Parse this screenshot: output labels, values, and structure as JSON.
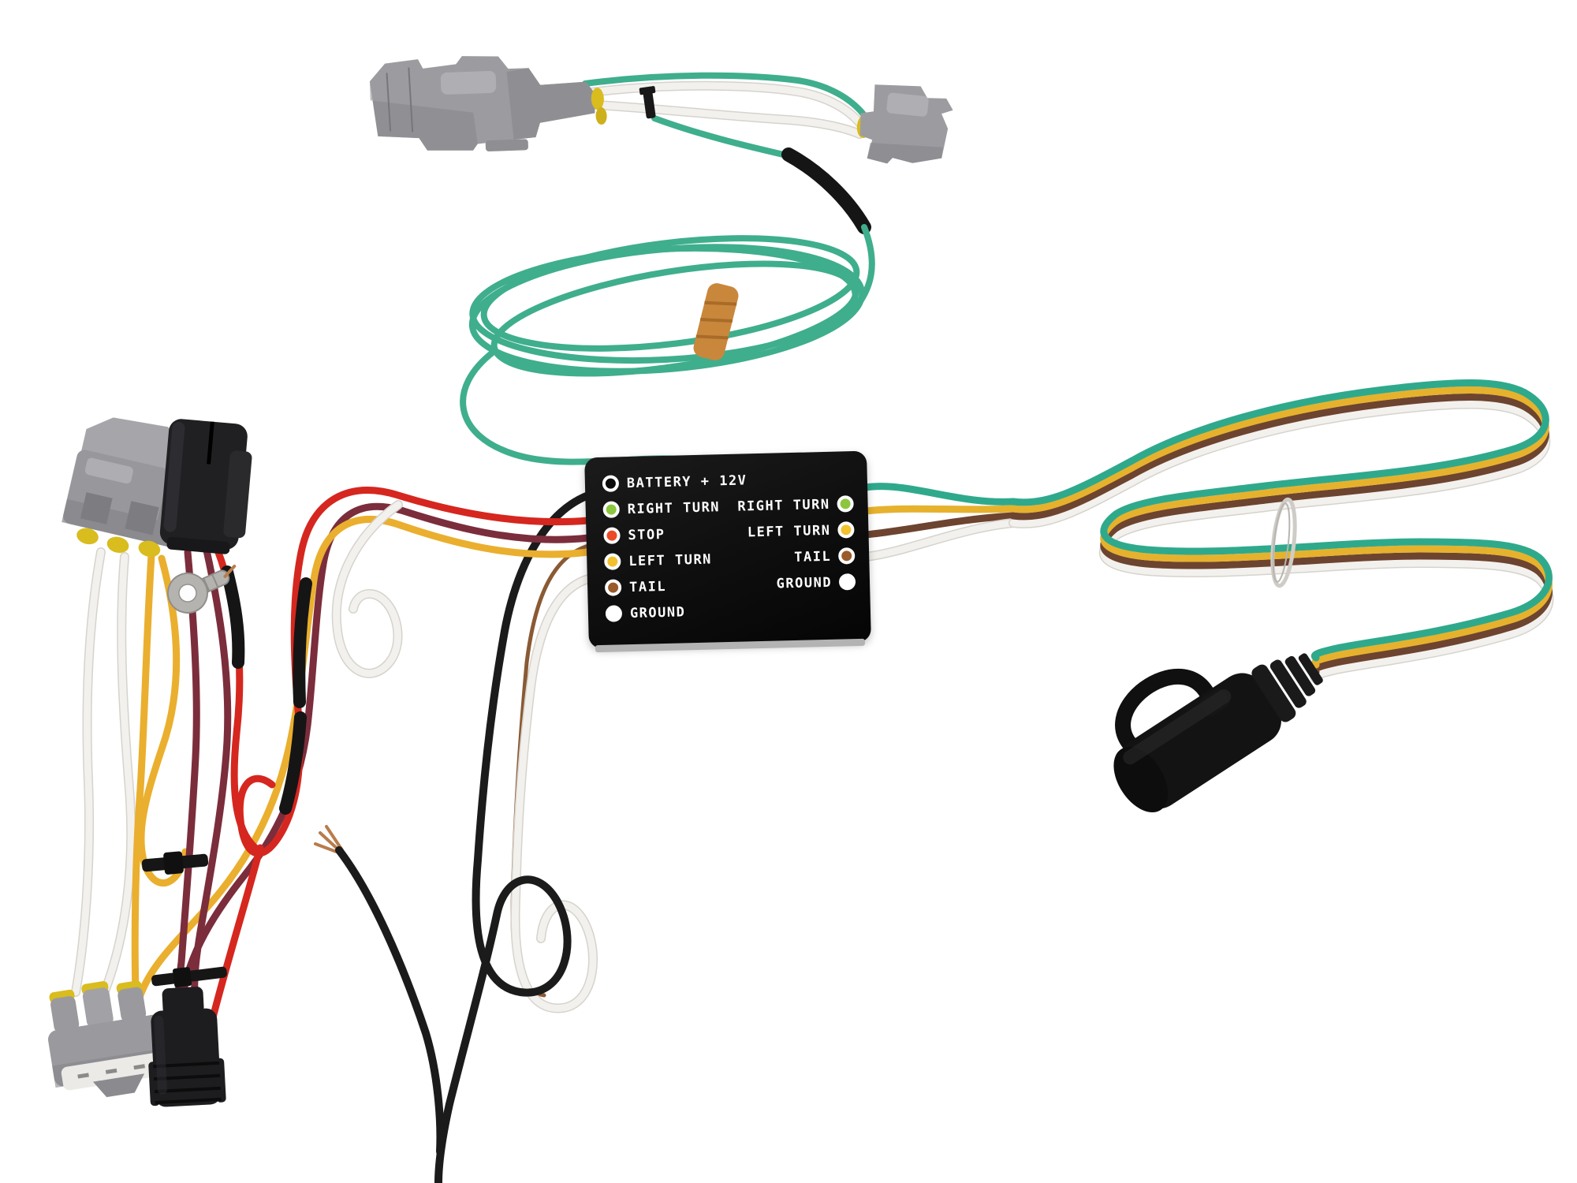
{
  "module": {
    "left_indicators": [
      {
        "label": "BATTERY + 12V",
        "color": "open"
      },
      {
        "label": "RIGHT TURN",
        "color": "green"
      },
      {
        "label": "STOP",
        "color": "red"
      },
      {
        "label": "LEFT TURN",
        "color": "yellow"
      },
      {
        "label": "TAIL",
        "color": "brown"
      },
      {
        "label": "GROUND",
        "color": "white"
      }
    ],
    "right_indicators": [
      {
        "label": "RIGHT TURN",
        "color": "green"
      },
      {
        "label": "LEFT TURN",
        "color": "yellow"
      },
      {
        "label": "TAIL",
        "color": "brown"
      },
      {
        "label": "GROUND",
        "color": "white"
      }
    ]
  },
  "colors": {
    "wire_green": "#3fae8c",
    "wire_yellow": "#e6b22d",
    "wire_brown": "#6d4430",
    "wire_white": "#f3f1ed",
    "wire_red": "#d5271f",
    "wire_maroon": "#7b2d3c",
    "wire_black": "#1b1b1b",
    "rubber_band": "#c9873c",
    "connector_gray": "#9a9a9e",
    "seal_yellow": "#d9bc1e",
    "module_black": "#141414",
    "led_green": "#8cc63e",
    "led_red": "#ea4a26",
    "led_yellow": "#f2c12e",
    "led_brown": "#9a5a2a",
    "led_white": "#ffffff"
  }
}
